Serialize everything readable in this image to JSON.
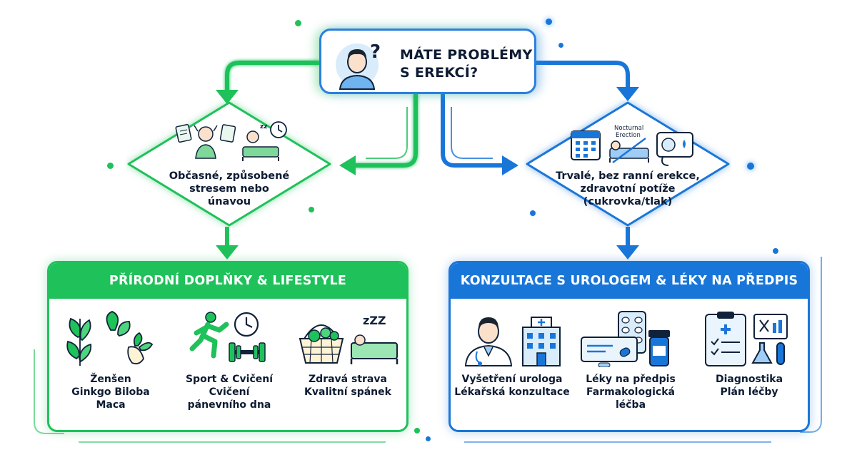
{
  "question": {
    "line1": "MÁTE PROBLÉMY",
    "line2": "S EREKCÍ?"
  },
  "left_branch": {
    "condition": [
      "Občasné, způsobené",
      "stresem nebo",
      "únavou"
    ],
    "panel_title": "PŘÍRODNÍ DOPLŇKY & LIFESTYLE",
    "columns": [
      {
        "lines": [
          "Ženšen",
          "Ginkgo Biloba",
          "Maca"
        ],
        "icon": "herbs-icon"
      },
      {
        "lines": [
          "Sport & Cvičení",
          "Cvičení",
          "pánevního dna"
        ],
        "icon": "exercise-icon"
      },
      {
        "lines": [
          "Zdravá strava",
          "Kvalitní spánek"
        ],
        "icon": "food-sleep-icon"
      }
    ]
  },
  "right_branch": {
    "condition": [
      "Trvalé, bez ranní erekce,",
      "zdravotní potíže",
      "(cukrovka/tlak)"
    ],
    "icon_label_line1": "Nocturnal",
    "icon_label_line2": "Erection",
    "panel_title": "KONZULTACE S UROLOGEM & LÉKY NA PŘEDPIS",
    "columns": [
      {
        "lines": [
          "Vyšetření urologa",
          "Lékařská konzultace"
        ],
        "icon": "doctor-hospital-icon"
      },
      {
        "lines": [
          "Léky na předpis",
          "Farmakologická",
          "léčba"
        ],
        "icon": "medication-icon"
      },
      {
        "lines": [
          "Diagnostika",
          "Plán léčby"
        ],
        "icon": "diagnostics-icon"
      }
    ]
  },
  "colors": {
    "green": "#1fc15a",
    "blue": "#1976d9",
    "dark": "#0d1b33"
  }
}
